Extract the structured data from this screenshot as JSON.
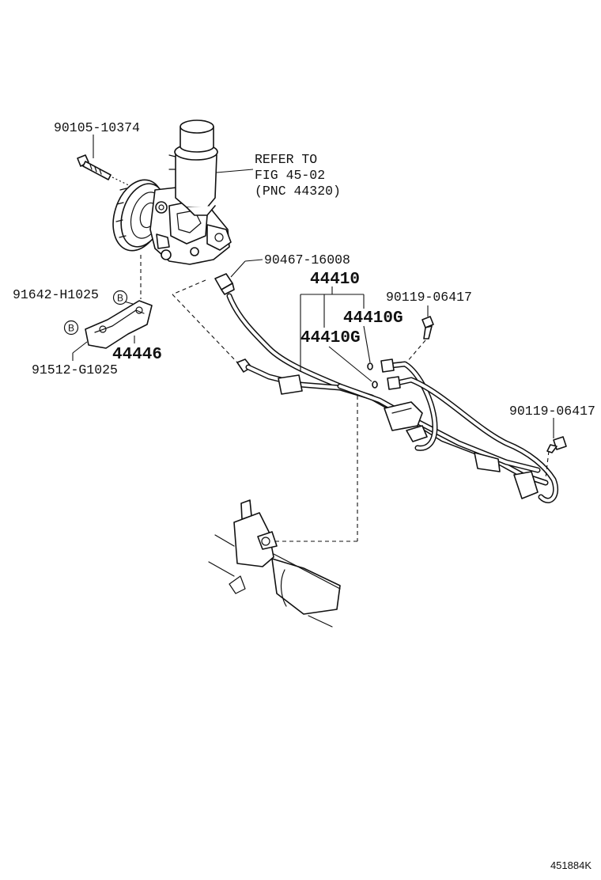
{
  "labels": {
    "bolt": "90105-10374",
    "refer_line1": "REFER TO",
    "refer_line2": "FIG 45-02",
    "refer_line3": "(PNC 44320)",
    "clamp": "90467-16008",
    "hose_assy": "44410",
    "oring_upper": "44410G",
    "oring_lower": "44410G",
    "union_bolt_1": "90119-06417",
    "union_bolt_2": "90119-06417",
    "bolt_b1": "91642-H1025",
    "bracket": "44446",
    "bolt_b2": "91512-G1025",
    "b_mark_1": "B",
    "b_mark_2": "B"
  },
  "footer": {
    "illustration_id": "451884K"
  }
}
